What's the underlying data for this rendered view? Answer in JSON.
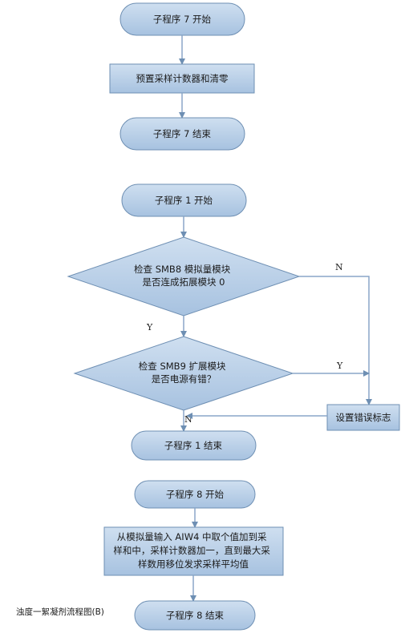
{
  "diagram": {
    "sub7": {
      "start": "子程序 7 开始",
      "preset": "预置采样计数器和清零",
      "end": "子程序 7 结束"
    },
    "sub1": {
      "start": "子程序 1 开始",
      "check_smb8": [
        "检查 SMB8 模拟量模块",
        "是否连成拓展模块 0"
      ],
      "check_smb9": [
        "检查 SMB9 扩展模块",
        "是否电源有错？"
      ],
      "set_error": "设置错误标志",
      "end": "子程序 1 结束",
      "edge_labels": {
        "smb8_no": "N",
        "smb8_yes": "Y",
        "smb9_yes": "Y",
        "smb9_no": "N"
      }
    },
    "sub8": {
      "start": "子程序 8 开始",
      "process": [
        "从模拟量输入  AIW4  中取个值加到采",
        "样和中，采样计数器加一，直到最大采",
        "样数用移位发求采样平均值"
      ],
      "end": "子程序 8 结束"
    },
    "caption": "浊度一絮凝剂流程图(B)"
  }
}
